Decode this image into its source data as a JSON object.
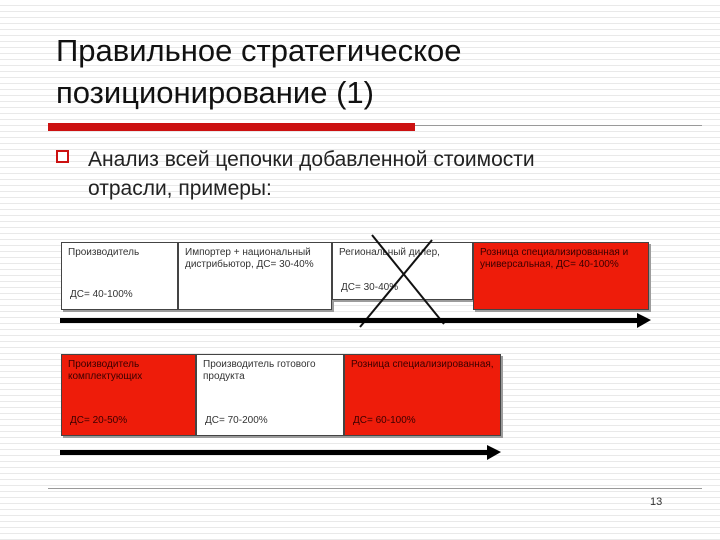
{
  "slide": {
    "title_line1": "Правильное стратегическое",
    "title_line2": "позиционирование (1)",
    "bullet_line1": "Анализ всей цепочки добавленной стоимости",
    "bullet_line2": "отрасли, примеры:",
    "page_number": "13"
  },
  "row1": [
    {
      "label": "Производитель",
      "ds": "ДС= 40-100%"
    },
    {
      "label": "Импортер + национальный дистрибьютор, ДС= 30-40%",
      "ds": ""
    },
    {
      "label": "Региональный дилер,",
      "ds": "ДС= 30-40%"
    },
    {
      "label": "Розница специализированная и универсальная, ДС= 40-100%",
      "ds": ""
    }
  ],
  "row2": [
    {
      "label": "Производитель комплектующих",
      "ds": "ДС= 20-50%"
    },
    {
      "label": "Производитель готового продукта",
      "ds": "ДС= 70-200%"
    },
    {
      "label": "Розница специализированная,",
      "ds": "ДС= 60-100%"
    }
  ],
  "colors": {
    "accent_red": "#cc1111",
    "box_red": "#ee1c0a",
    "arrow": "#000000"
  },
  "icons": {
    "bullet": "checkbox-bullet-icon",
    "strike": "cross-out-icon"
  }
}
